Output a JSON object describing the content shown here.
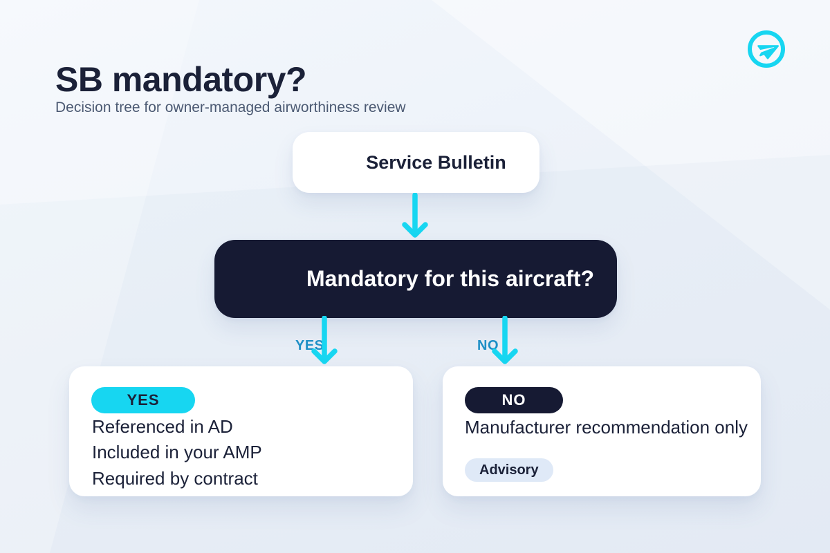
{
  "header": {
    "title": "SB mandatory?",
    "subtitle": "Decision tree for owner-managed airworthiness review"
  },
  "icons": {
    "logo": "paper-plane-icon",
    "connectors": "arrow-down-icon"
  },
  "colors": {
    "cyan": "#17D6F1",
    "dark_navy": "#161A33",
    "label_blue": "#1D8FC6",
    "text_dark": "#1B2138",
    "subtitle_text": "#4C5A73",
    "advisory_bg": "#DFE9F7",
    "card_bg": "#FFFFFF",
    "background": "#EDF2F9"
  },
  "tree": {
    "root_label": "Service Bulletin",
    "question_label": "Mandatory for this aircraft?",
    "yes": {
      "arrow_label": "YES",
      "badge": "YES",
      "items": [
        "Referenced in AD",
        "Included in your AMP",
        "Required by contract"
      ]
    },
    "no": {
      "arrow_label": "NO",
      "badge": "NO",
      "description": "Manufacturer recommendation only",
      "tag": "Advisory"
    }
  }
}
